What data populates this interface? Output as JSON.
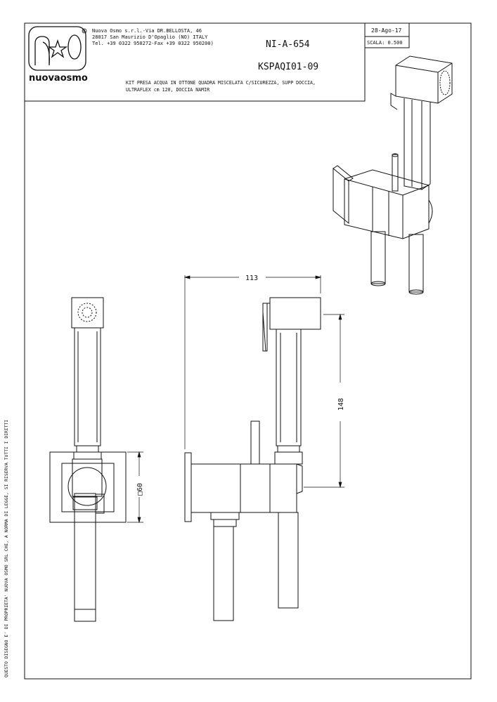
{
  "company": {
    "logo_text": "nuovaosmo",
    "registered_mark": "®",
    "address_line1": "Nuova Osmo s.r.l.-Via DR.BELLOSTA, 46",
    "address_line2": "28017 San Maurizio D'Opaglio (NO) ITALY",
    "address_line3": "Tel. +39 0322 950272-Fax +39 0322 950200)"
  },
  "drawing": {
    "code": "NI-A-654",
    "article": "KSPAQI01-09",
    "description_line1": "KIT PRESA ACQUA IN OTTONE QUADRA MISCELATA C/SICUREZZA, SUPP DOCCIA,",
    "description_line2": "ULTRAFLEX cm 120, DOCCIA NAMIR",
    "date": "28-Ago-17",
    "scale": "SCALA: 0.500"
  },
  "dimensions": {
    "width": "113",
    "height": "148",
    "plate": "□60"
  },
  "side_note": "QUESTO DISEGNO E' DI PROPRIETA' NUOVA OSMO SRL CHE, A NORMA DI LEGGE, SI RISERVA TUTTI I DIRITTI",
  "colors": {
    "ink": "#111111",
    "paper": "#ffffff"
  }
}
